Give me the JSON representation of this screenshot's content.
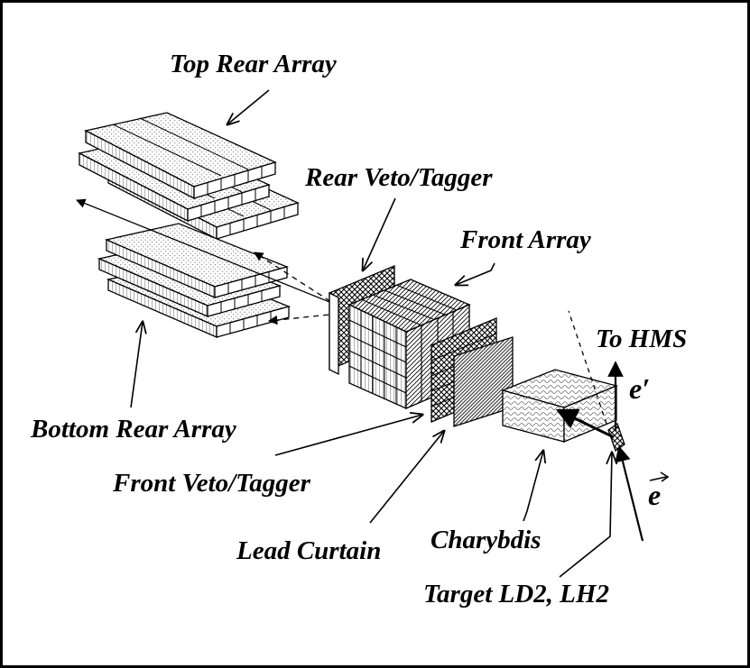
{
  "labels": {
    "top_rear_array": "Top Rear Array",
    "rear_veto_tagger": "Rear Veto/Tagger",
    "front_array": "Front Array",
    "to_hms": "To HMS",
    "e_prime": "e′",
    "bottom_rear_array": "Bottom Rear Array",
    "front_veto_tagger": "Front Veto/Tagger",
    "charybdis": "Charybdis",
    "lead_curtain": "Lead Curtain",
    "target": "Target LD2, LH2",
    "e_beam": "e"
  },
  "colors": {
    "ink": "#000000",
    "background": "#ffffff"
  }
}
